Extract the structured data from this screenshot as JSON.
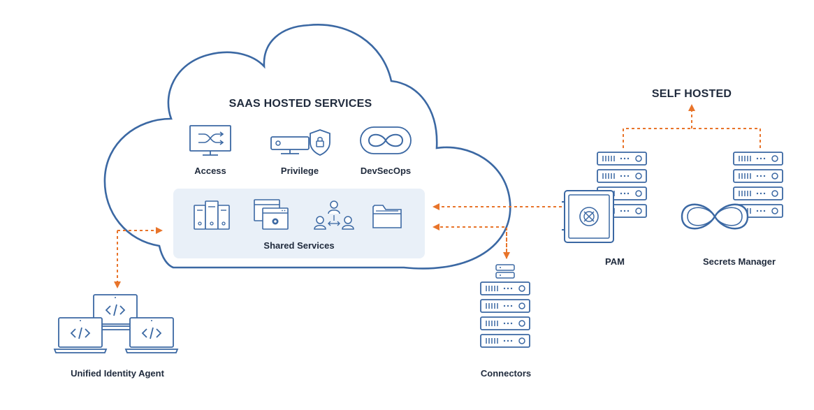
{
  "cloud": {
    "title": "SAAS HOSTED SERVICES",
    "services": [
      {
        "label": "Access",
        "icon": "shuffle-monitor-icon"
      },
      {
        "label": "Privilege",
        "icon": "secure-server-icon"
      },
      {
        "label": "DevSecOps",
        "icon": "infinity-icon"
      }
    ],
    "shared": {
      "label": "Shared Services",
      "icons": [
        "server-stack-icon",
        "settings-window-icon",
        "user-network-icon",
        "folder-icon"
      ]
    }
  },
  "self_hosted": {
    "title": "SELF HOSTED",
    "components": [
      {
        "label": "PAM",
        "icon": "vault-server-icon"
      },
      {
        "label": "Secrets Manager",
        "icon": "infinity-server-icon"
      }
    ]
  },
  "agent": {
    "label": "Unified Identity Agent",
    "icon": "code-laptops-icon"
  },
  "connectors": {
    "label": "Connectors",
    "icon": "server-rack-icon"
  },
  "colors": {
    "line": "#3b68a3",
    "arrow": "#e8742a",
    "panel": "#e9f0f8",
    "text": "#1f2a3c"
  }
}
